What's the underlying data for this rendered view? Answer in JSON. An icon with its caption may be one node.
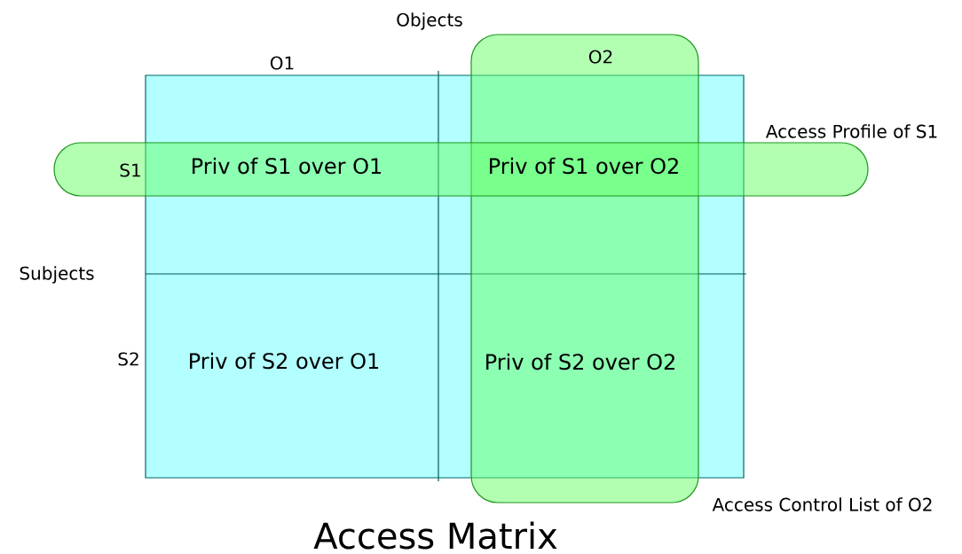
{
  "diagram": {
    "title": "Access Matrix",
    "nodes": [
      {
        "text": [],
        "shape": "box"
      },
      {
        "text": [
          "O2"
        ],
        "beside": [
          "Access Control List of O2"
        ]
      },
      {
        "text": [
          "S1"
        ],
        "beside": [
          "Access Profile of S1"
        ]
      },
      {
        "text": [
          "Priv of S1 over O1"
        ]
      },
      {
        "text": [
          "Priv of S1 over O2"
        ]
      },
      {
        "text": [
          "Priv of S2 over O1"
        ],
        "in": 0
      },
      {
        "text": [
          "Priv of S2 over O2"
        ],
        "in": 1
      }
    ],
    "labels": [
      "Objects",
      "O1",
      "Subjects",
      "S2"
    ]
  }
}
